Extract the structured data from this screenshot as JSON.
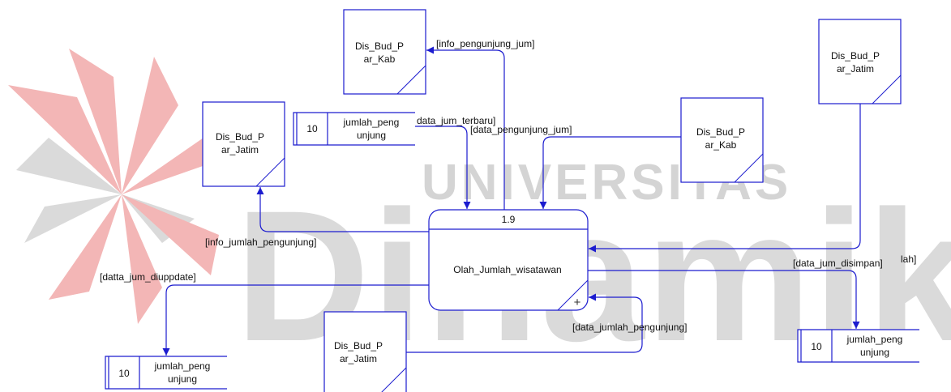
{
  "watermark": {
    "line1": "UNIVERSITAS",
    "line2": "Dinamika",
    "color_text": "#d4d4d4",
    "color_red": "#f3b6b6",
    "color_gray": "#dadada"
  },
  "process": {
    "number": "1.9",
    "name": "Olah_Jumlah_wisatawan",
    "expand_marker": "+"
  },
  "entities": {
    "top_kab": {
      "line1": "Dis_Bud_P",
      "line2": "ar_Kab"
    },
    "left_jatim": {
      "line1": "Dis_Bud_P",
      "line2": "ar_Jatim"
    },
    "right_kab": {
      "line1": "Dis_Bud_P",
      "line2": "ar_Kab"
    },
    "right_jatim": {
      "line1": "Dis_Bud_P",
      "line2": "ar_Jatim"
    },
    "bottom_jatim": {
      "line1": "Dis_Bud_P",
      "line2": "ar_Jatim"
    }
  },
  "datastores": {
    "top": {
      "id": "10",
      "line1": "jumlah_peng",
      "line2": "unjung"
    },
    "bottom_left": {
      "id": "10",
      "line1": "jumlah_peng",
      "line2": "unjung"
    },
    "bottom_right": {
      "id": "10",
      "line1": "jumlah_peng",
      "line2": "unjung"
    }
  },
  "flows": {
    "info_pengunjung_jum": "[info_pengunjung_jum]",
    "data_jum_terbaru": "data_jum_terbaru]",
    "data_pengunjung_jum": "[data_pengunjung_jum]",
    "info_jumlah_pengunjung": "[info_jumlah_pengunjung]",
    "datta_jum_diuppdate": "[datta_jum_diuppdate]",
    "data_jum_disimpan": "[data_jum_disimpan]",
    "lah_fragment": "lah]",
    "data_jumlah_pengunjung": "[data_jumlah_pengunjung]"
  },
  "colors": {
    "line": "#1c1ccf",
    "shape": "#1c1ccf",
    "text": "#111111"
  }
}
